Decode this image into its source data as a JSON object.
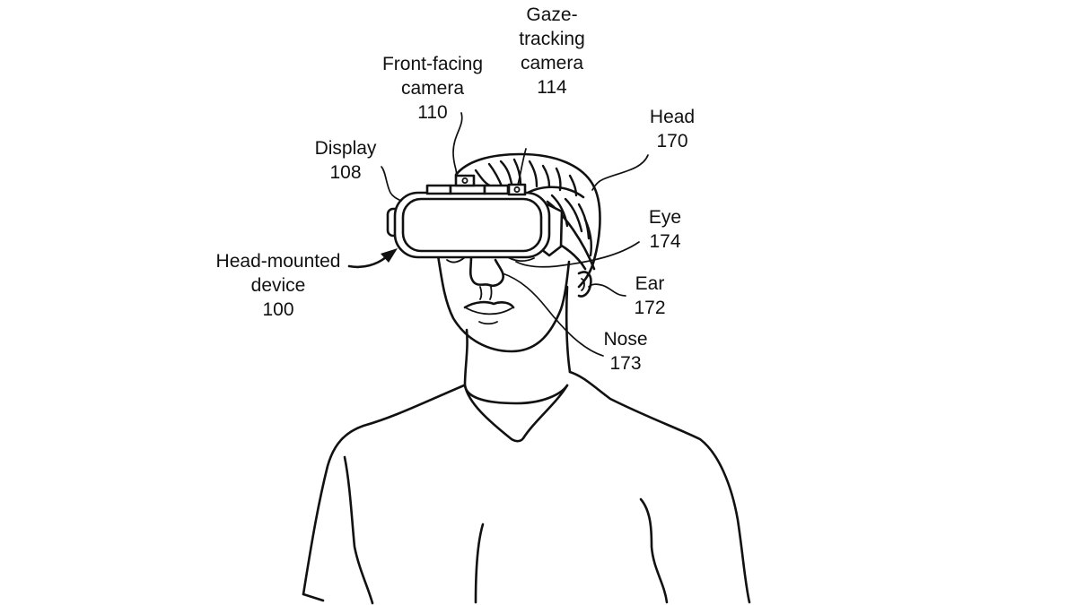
{
  "figure": {
    "subject": "Person wearing head-mounted device (patent line drawing)",
    "stroke_color": "#111111",
    "background": "#ffffff"
  },
  "labels": {
    "front_camera": {
      "name": "Front-facing",
      "name2": "camera",
      "ref": "110"
    },
    "gaze_camera": {
      "name": "Gaze-",
      "name2": "tracking",
      "name3": "camera",
      "ref": "114"
    },
    "display": {
      "name": "Display",
      "ref": "108"
    },
    "head": {
      "name": "Head",
      "ref": "170"
    },
    "eye": {
      "name": "Eye",
      "ref": "174"
    },
    "ear": {
      "name": "Ear",
      "ref": "172"
    },
    "nose": {
      "name": "Nose",
      "ref": "173"
    },
    "hmd": {
      "name": "Head-mounted",
      "name2": "device",
      "ref": "100"
    }
  }
}
